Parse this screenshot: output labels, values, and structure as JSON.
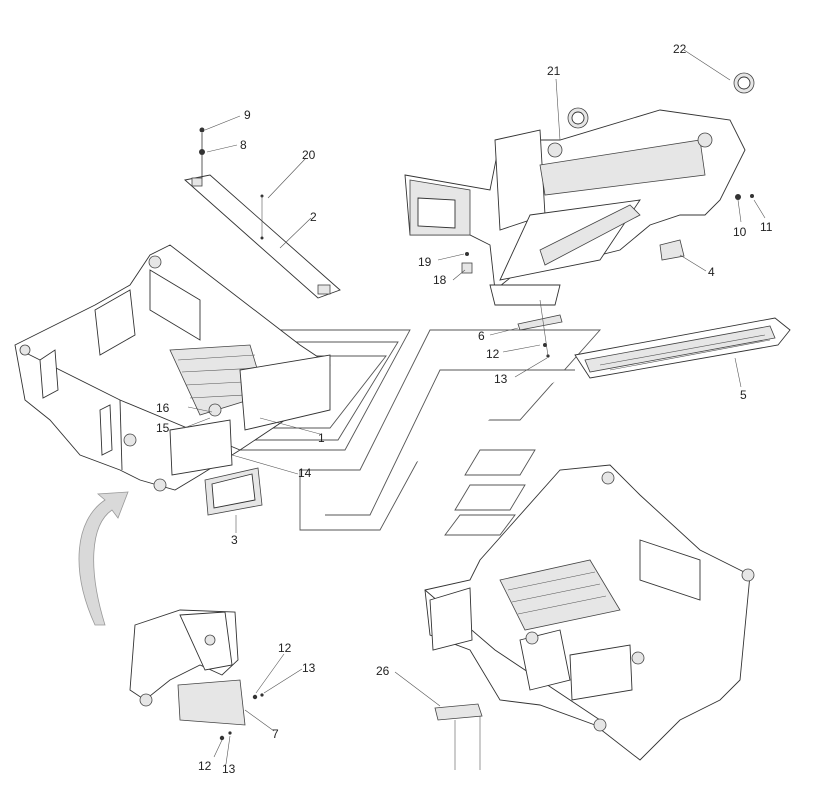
{
  "callouts": {
    "c9": "9",
    "c8": "8",
    "c20": "20",
    "c2": "2",
    "c21": "21",
    "c22": "22",
    "c19": "19",
    "c18": "18",
    "c4": "4",
    "c10": "10",
    "c11": "11",
    "c6": "6",
    "c12a": "12",
    "c13a": "13",
    "c5": "5",
    "c16": "16",
    "c15": "15",
    "c1": "1",
    "c14": "14",
    "c3": "3",
    "c12b": "12",
    "c13b": "13",
    "c7": "7",
    "c12c": "12",
    "c13c": "13",
    "c26": "26"
  }
}
